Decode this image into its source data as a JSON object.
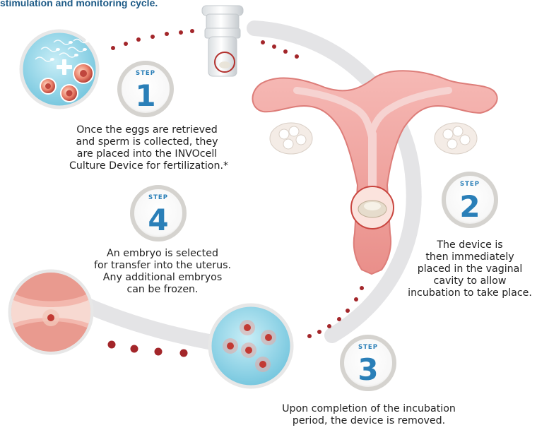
{
  "heading": "stimulation and monitoring cycle.",
  "steps": [
    {
      "badge": "STEP",
      "number": "1",
      "lines": [
        "Once the eggs are retrieved",
        "and sperm is collected, they",
        "are placed into the INVOcell",
        "Culture Device for fertilization.*"
      ]
    },
    {
      "badge": "STEP",
      "number": "2",
      "lines": [
        "The device is",
        "then immediately",
        "placed in the vaginal",
        "cavity to allow",
        "incubation to take place."
      ]
    },
    {
      "badge": "STEP",
      "number": "3",
      "lines": [
        "Upon completion of the incubation",
        "period, the device is removed."
      ]
    },
    {
      "badge": "STEP",
      "number": "4",
      "lines": [
        "An embryo is selected",
        "for transfer into the uterus.",
        "Any additional embryos",
        "can be frozen."
      ]
    }
  ],
  "colors": {
    "accent_blue": "#2a7fb8",
    "badge_ring": "#d5d3cf",
    "dot_red": "#a3262a",
    "track_gray": "#e4e4e6",
    "tissue_pink": "#f0a6a2",
    "culture_blue": "#8fd3e8"
  },
  "icons": [
    "sperm-egg-culture-icon",
    "invocell-device-icon",
    "uterus-illustration",
    "culture-dish-embryos-icon",
    "uterus-transfer-icon"
  ]
}
